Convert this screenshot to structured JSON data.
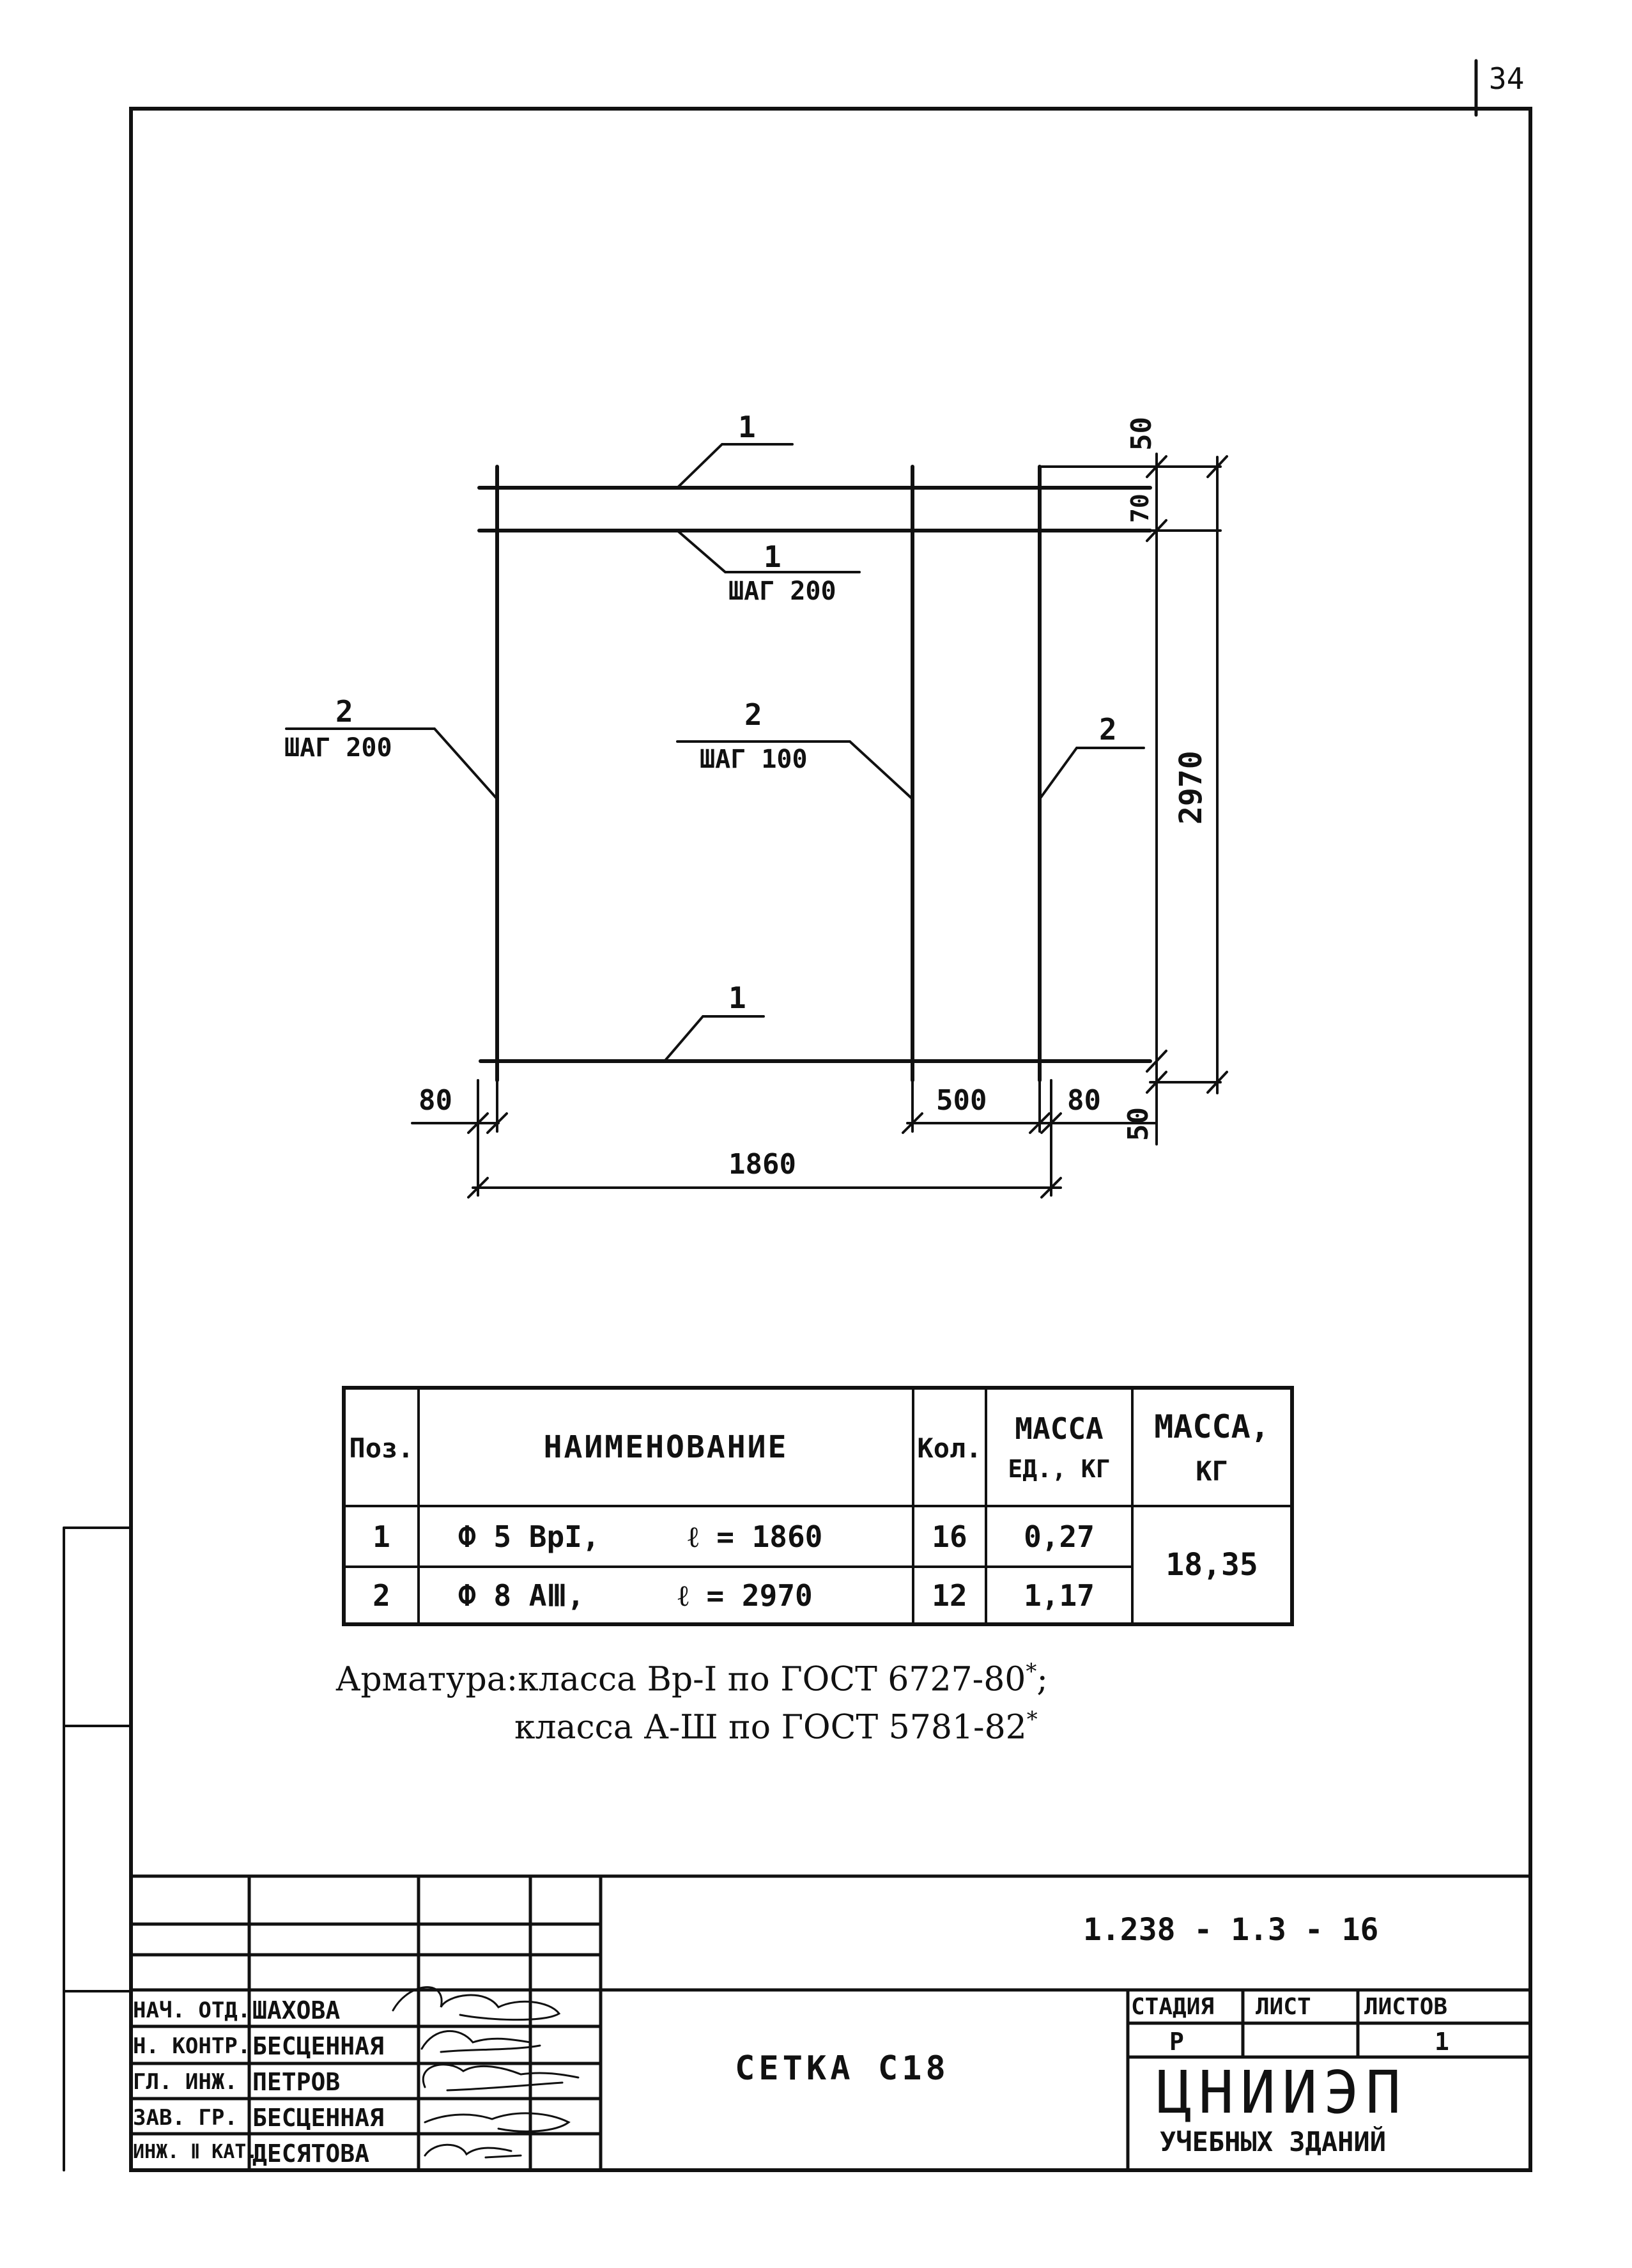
{
  "page_number": "34",
  "drawing": {
    "labels": {
      "pos_top_upper": "1",
      "pos_top_lower": "1",
      "step_top_lower": "ШАГ 200",
      "pos_left": "2",
      "step_left": "ШАГ 200",
      "pos_mid": "2",
      "step_mid": "ШАГ 100",
      "pos_right": "2",
      "pos_bottom": "1"
    },
    "dimensions": {
      "right_top": "50",
      "right_second": "70",
      "right_total": "2970",
      "bottom_right_small": "50",
      "bottom_left_offset": "80",
      "bottom_mid": "500",
      "bottom_right_offset": "80",
      "bottom_total": "1860"
    }
  },
  "spec_table": {
    "headers": {
      "pos": "Поз.",
      "name": "НАИМЕНОВАНИЕ",
      "qty": "Кол.",
      "unit_mass_1": "МАССА",
      "unit_mass_2": "ЕД., КГ",
      "total_mass_1": "МАССА,",
      "total_mass_2": "КГ"
    },
    "rows": [
      {
        "pos": "1",
        "name": "Ф 5 ВрI,",
        "length": "ℓ = 1860",
        "qty": "16",
        "unit_mass": "0,27"
      },
      {
        "pos": "2",
        "name": "Ф 8 АⅢ,",
        "length": "ℓ = 2970",
        "qty": "12",
        "unit_mass": "1,17"
      }
    ],
    "total_mass": "18,35"
  },
  "notes": {
    "line1": "Арматура:класса Вр-I по ГОСТ 6727-80",
    "line1_mark": "*",
    "line1_end": ";",
    "line2": "класса А-Ш  по ГОСТ 5781-82",
    "line2_mark": "*"
  },
  "title_block": {
    "doc_code": "1.238 - 1.3 - 16",
    "title": "СЕТКА С18",
    "stage_header": "СТАДИЯ",
    "sheet_header": "ЛИСТ",
    "sheets_header": "ЛИСТОВ",
    "stage_value": "Р",
    "sheet_value": "",
    "sheets_value": "1",
    "org_line1": "ЦНИИЭП",
    "org_line2": "УЧЕБНЫХ ЗДАНИЙ",
    "staff": [
      {
        "role": "НАЧ. ОТД.",
        "name": "ШАХОВА"
      },
      {
        "role": "Н. КОНТР.",
        "name": "БЕСЦЕННАЯ"
      },
      {
        "role": "ГЛ. ИНЖ.",
        "name": "ПЕТРОВ"
      },
      {
        "role": "ЗАВ. ГР.",
        "name": "БЕСЦЕННАЯ"
      },
      {
        "role": "ИНЖ. Ⅱ КАТ.",
        "name": "ДЕСЯТОВА"
      }
    ]
  }
}
